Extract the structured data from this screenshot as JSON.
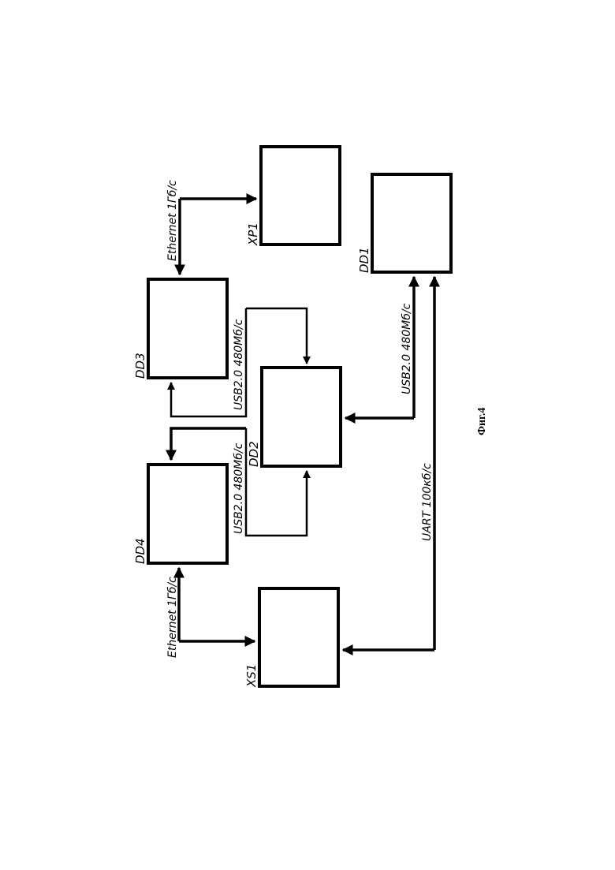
{
  "diagram": {
    "blocks": {
      "xp1": "XP1",
      "dd1": "DD1",
      "dd3": "DD3",
      "dd2": "DD2",
      "dd4": "DD4",
      "xs1": "XS1"
    },
    "links": {
      "eth_top": "Ethernet 1Гб/с",
      "usb_dd3": "USB2.0 480Мб/с",
      "usb_dd1": "USB2.0 480Мб/с",
      "usb_dd4": "USB2.0 480Мб/с",
      "uart": "UART 100кб/с",
      "eth_bottom": "Ethernet 1Гб/с"
    },
    "caption": "Фиг.4"
  }
}
